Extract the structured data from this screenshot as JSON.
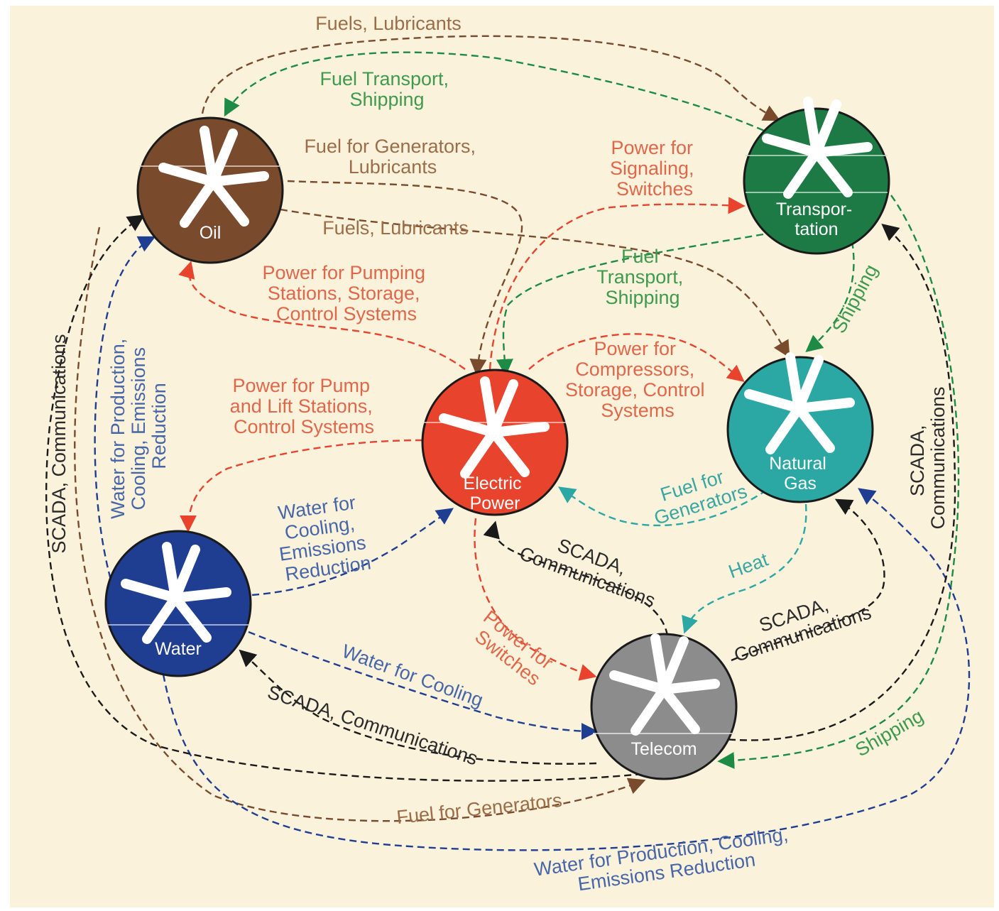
{
  "colors": {
    "background": "#fbf2dc",
    "oil": "#7a4a2c",
    "electric": "#e8432c",
    "water": "#1f3d91",
    "transportation": "#1d7a45",
    "natural_gas": "#2ba8a4",
    "telecom": "#8c8c8c",
    "label_brown": "#9b6d48",
    "label_red": "#e0674a",
    "label_blue": "#4766a8",
    "label_green": "#3f9a4e",
    "label_teal": "#3aa6a2",
    "label_black": "#2a2a2a"
  },
  "nodes": {
    "oil": "Oil",
    "electric_power": [
      "Electric",
      "Power"
    ],
    "water": "Water",
    "transportation": [
      "Transpor-",
      "tation"
    ],
    "natural_gas": [
      "Natural",
      "Gas"
    ],
    "telecom": "Telecom"
  },
  "labels": {
    "fuels_lubricants_top": "Fuels, Lubricants",
    "fuel_transport_shipping_top": [
      "Fuel Transport,",
      "Shipping"
    ],
    "fuel_for_generators_lubricants": [
      "Fuel for Generators,",
      "Lubricants"
    ],
    "fuels_lubricants_mid": "Fuels, Lubricants",
    "power_for_signaling": [
      "Power for",
      "Signaling,",
      "Switches"
    ],
    "power_for_pumping": [
      "Power for Pumping",
      "Stations, Storage,",
      "Control Systems"
    ],
    "fuel_transport_shipping_mid": [
      "Fuel",
      "Transport,",
      "Shipping"
    ],
    "shipping_right": "Shipping",
    "power_for_compressors": [
      "Power for",
      "Compressors,",
      "Storage, Control",
      "Systems"
    ],
    "power_for_pump_lift": [
      "Power for Pump",
      "and Lift Stations,",
      "Control Systems"
    ],
    "scada_left": "SCADA, Communications",
    "water_production_left": [
      "Water for Production,",
      "Cooling, Emissions",
      "Reduction"
    ],
    "fuel_for_generators_teal": [
      "Fuel for",
      "Generators"
    ],
    "water_for_cooling_emissions": [
      "Water for",
      "Cooling,",
      "Emissions",
      "Reduction"
    ],
    "scada_center": [
      "SCADA,",
      "Communications"
    ],
    "heat": "Heat",
    "scada_telecom_gas": [
      "SCADA,",
      "Communications"
    ],
    "scada_right": [
      "SCADA,",
      "Communications"
    ],
    "power_for_switches": [
      "Power for",
      "Switches"
    ],
    "water_for_cooling": "Water for Cooling",
    "scada_bottom": "SCADA, Communications",
    "shipping_bottom": "Shipping",
    "fuel_for_generators_bottom": "Fuel for Generators",
    "water_production_bottom": [
      "Water for Production, Cooling,",
      "Emissions Reduction"
    ]
  }
}
